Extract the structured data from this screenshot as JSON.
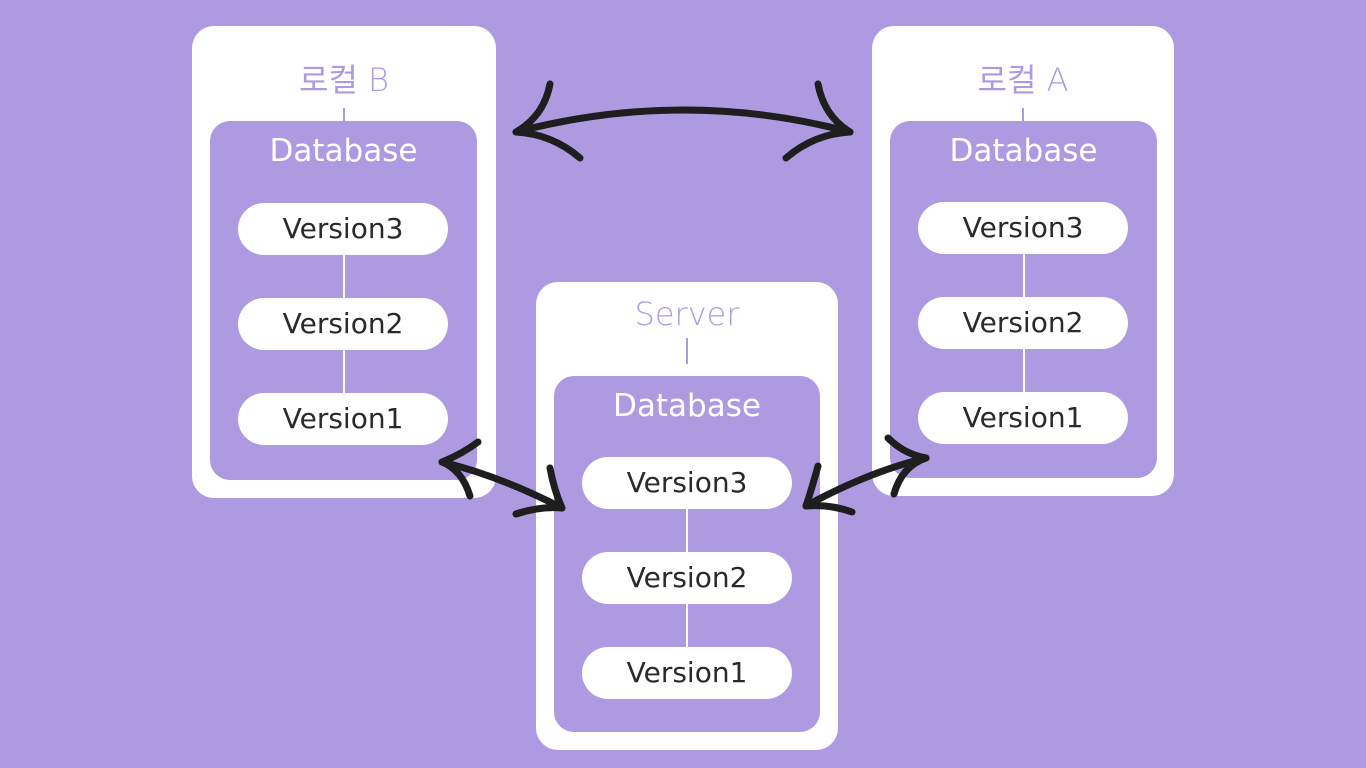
{
  "nodes": {
    "local_b": {
      "title": "로컬 B"
    },
    "local_a": {
      "title": "로컬 A"
    },
    "server": {
      "title": "Server"
    }
  },
  "database_label": "Database",
  "versions": [
    "Version3",
    "Version2",
    "Version1"
  ],
  "colors": {
    "background": "#ad9ae0",
    "card": "#ffffff",
    "arrow": "#1e1e1e",
    "text": "#2a2a2a"
  }
}
